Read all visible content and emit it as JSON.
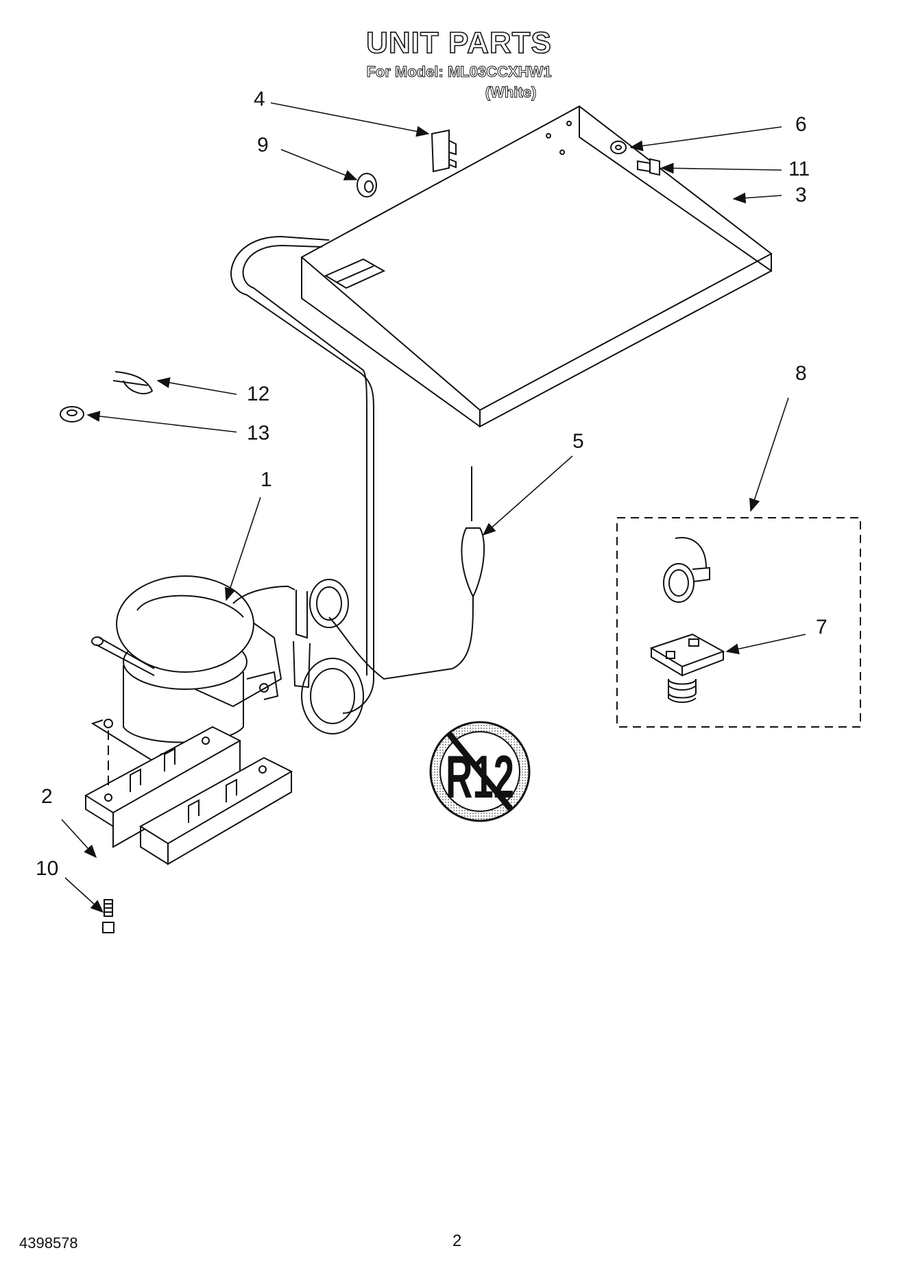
{
  "header": {
    "title": "UNIT PARTS",
    "subtitle": "For Model: ML03CCXHW1",
    "variant": "(White)"
  },
  "callouts": [
    "1",
    "2",
    "3",
    "4",
    "5",
    "6",
    "7",
    "8",
    "9",
    "10",
    "11",
    "12",
    "13"
  ],
  "badge": {
    "text": "R12"
  },
  "footer": {
    "doc_number": "4398578",
    "page_number": "2"
  }
}
